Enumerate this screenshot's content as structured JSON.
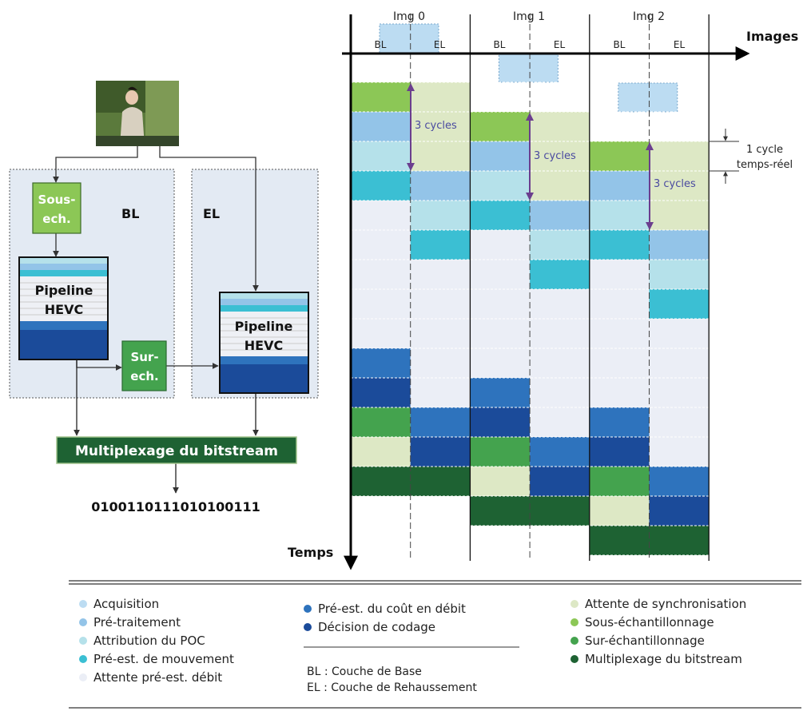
{
  "colors": {
    "acquisition": "#bcdcf2",
    "pretraitement": "#93c4e8",
    "poc": "#b5e1ea",
    "mouvement": "#3bbfd3",
    "attente_debit": "#ebeef6",
    "pre_est_debit": "#2e73bd",
    "decision": "#1b4b9a",
    "attente_sync": "#dde8c5",
    "sous_ech": "#8cc756",
    "sur_ech": "#44a34e",
    "multiplexage": "#1e6233",
    "cycle_arrow": "#6b3e8e",
    "cycle_text": "#4a4aa0",
    "panel_bg": "#e3eaf3"
  },
  "left": {
    "bl_label": "BL",
    "el_label": "EL",
    "sous_ech": [
      "Sous-",
      "ech."
    ],
    "sur_ech": [
      "Sur-",
      "ech."
    ],
    "pipeline_bl": [
      "Pipeline",
      "HEVC"
    ],
    "pipeline_el": [
      "Pipeline",
      "HEVC"
    ],
    "multiplex": "Multiplexage du bitstream",
    "bitstream": "0100110111010100111"
  },
  "timeline": {
    "images_label": "Images",
    "temps_label": "Temps",
    "images": [
      "Img 0",
      "Img 1",
      "Img 2"
    ],
    "layers": [
      "BL",
      "EL",
      "BL",
      "EL",
      "BL",
      "EL"
    ],
    "cycle_label": "3 cycles",
    "one_cycle": [
      "1 cycle",
      "temps-réel"
    ]
  },
  "legend": {
    "col1": [
      {
        "label": "Acquisition",
        "color": "#bcdcf2"
      },
      {
        "label": "Pré-traitement",
        "color": "#93c4e8"
      },
      {
        "label": "Attribution du POC",
        "color": "#b5e1ea"
      },
      {
        "label": "Pré-est. de mouvement",
        "color": "#3bbfd3"
      },
      {
        "label": "Attente pré-est. débit",
        "color": "#ebeef6"
      }
    ],
    "col2": [
      {
        "label": "Pré-est. du coût en débit",
        "color": "#2e73bd"
      },
      {
        "label": "Décision de codage",
        "color": "#1b4b9a"
      }
    ],
    "abbr": [
      "BL : Couche de Base",
      "EL : Couche de Rehaussement"
    ],
    "col3": [
      {
        "label": "Attente de synchronisation",
        "color": "#dde8c5"
      },
      {
        "label": "Sous-échantillonnage",
        "color": "#8cc756"
      },
      {
        "label": "Sur-échantillonnage",
        "color": "#44a34e"
      },
      {
        "label": "Multiplexage du bitstream",
        "color": "#1e6233"
      }
    ]
  }
}
